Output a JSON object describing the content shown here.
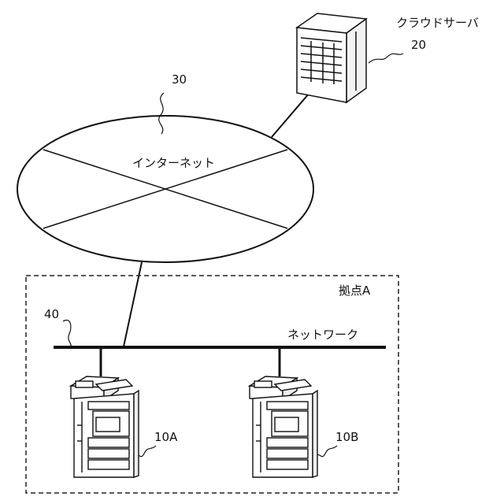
{
  "labels": {
    "cloud_server": "クラウドサーバ",
    "cloud_server_ref": "20",
    "internet_ref": "30",
    "internet": "インターネット",
    "site": "拠点A",
    "network_ref": "40",
    "network": "ネットワーク",
    "device_a_ref": "10A",
    "device_b_ref": "10B"
  }
}
